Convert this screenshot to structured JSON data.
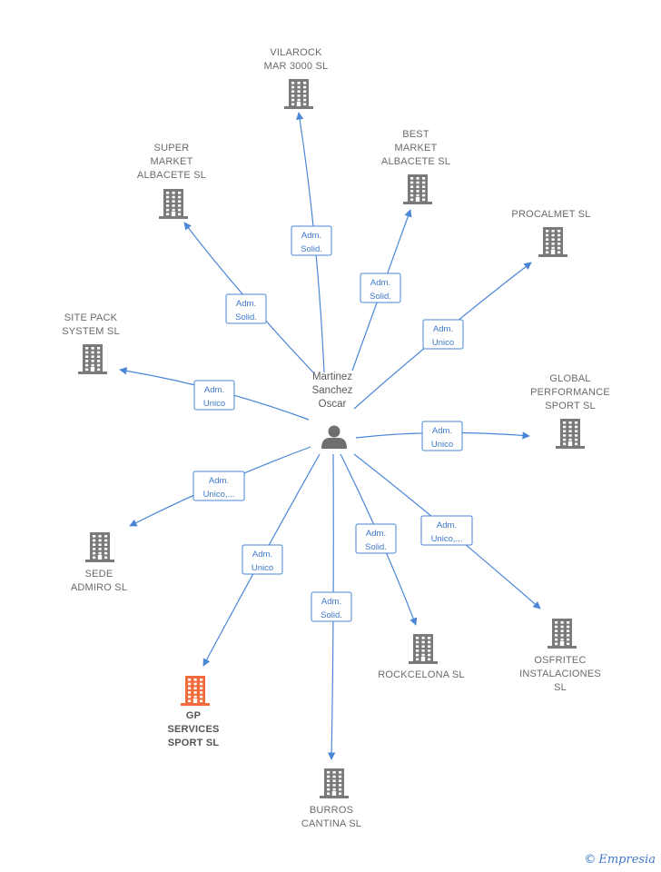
{
  "center": {
    "name_lines": [
      "Martinez",
      "Sanchez",
      "Oscar"
    ],
    "icon": "person-icon"
  },
  "nodes": [
    {
      "id": "vilarock",
      "lines": [
        "VILAROCK",
        "MAR 3000  SL"
      ],
      "icon": "building-icon",
      "color": "#7a7a7a"
    },
    {
      "id": "best-market",
      "lines": [
        "BEST",
        "MARKET",
        "ALBACETE  SL"
      ],
      "icon": "building-icon",
      "color": "#7a7a7a"
    },
    {
      "id": "super-market",
      "lines": [
        "SUPER",
        "MARKET",
        "ALBACETE  SL"
      ],
      "icon": "building-icon",
      "color": "#7a7a7a"
    },
    {
      "id": "procalmet",
      "lines": [
        "PROCALMET SL"
      ],
      "icon": "building-icon",
      "color": "#7a7a7a"
    },
    {
      "id": "site-pack",
      "lines": [
        "SITE PACK",
        "SYSTEM SL"
      ],
      "icon": "building-icon",
      "color": "#7a7a7a"
    },
    {
      "id": "global-performance",
      "lines": [
        "GLOBAL",
        "PERFORMANCE",
        "SPORT SL"
      ],
      "icon": "building-icon",
      "color": "#7a7a7a"
    },
    {
      "id": "sede-admiro",
      "lines": [
        "SEDE",
        "ADMIRO  SL"
      ],
      "icon": "building-icon",
      "color": "#7a7a7a"
    },
    {
      "id": "gp-services",
      "lines": [
        "GP",
        "SERVICES",
        "SPORT  SL"
      ],
      "icon": "building-icon",
      "color": "#f26b3a",
      "highlight": true
    },
    {
      "id": "rockcelona",
      "lines": [
        "ROCKCELONA SL"
      ],
      "icon": "building-icon",
      "color": "#7a7a7a"
    },
    {
      "id": "osfritec",
      "lines": [
        "OSFRITEC",
        "INSTALACIONES",
        "SL"
      ],
      "icon": "building-icon",
      "color": "#7a7a7a"
    },
    {
      "id": "burros-cantina",
      "lines": [
        "BURROS",
        "CANTINA SL"
      ],
      "icon": "building-icon",
      "color": "#7a7a7a"
    }
  ],
  "edges": [
    {
      "to": "vilarock",
      "label": [
        "Adm.",
        "Solid."
      ]
    },
    {
      "to": "best-market",
      "label": [
        "Adm.",
        "Solid."
      ]
    },
    {
      "to": "super-market",
      "label": [
        "Adm.",
        "Solid."
      ]
    },
    {
      "to": "procalmet",
      "label": [
        "Adm.",
        "Unico"
      ]
    },
    {
      "to": "site-pack",
      "label": [
        "Adm.",
        "Unico"
      ]
    },
    {
      "to": "global-performance",
      "label": [
        "Adm.",
        "Unico"
      ]
    },
    {
      "to": "sede-admiro",
      "label": [
        "Adm.",
        "Unico,..."
      ]
    },
    {
      "to": "gp-services",
      "label": [
        "Adm.",
        "Unico"
      ]
    },
    {
      "to": "rockcelona",
      "label": [
        "Adm.",
        "Solid."
      ]
    },
    {
      "to": "osfritec",
      "label": [
        "Adm.",
        "Unico,..."
      ]
    },
    {
      "to": "burros-cantina",
      "label": [
        "Adm.",
        "Solid."
      ]
    }
  ],
  "colors": {
    "edge": "#4a86d6",
    "building": "#7a7a7a",
    "highlight": "#f26b3a"
  },
  "brand": {
    "copyright": "©",
    "name": "Empresia"
  }
}
